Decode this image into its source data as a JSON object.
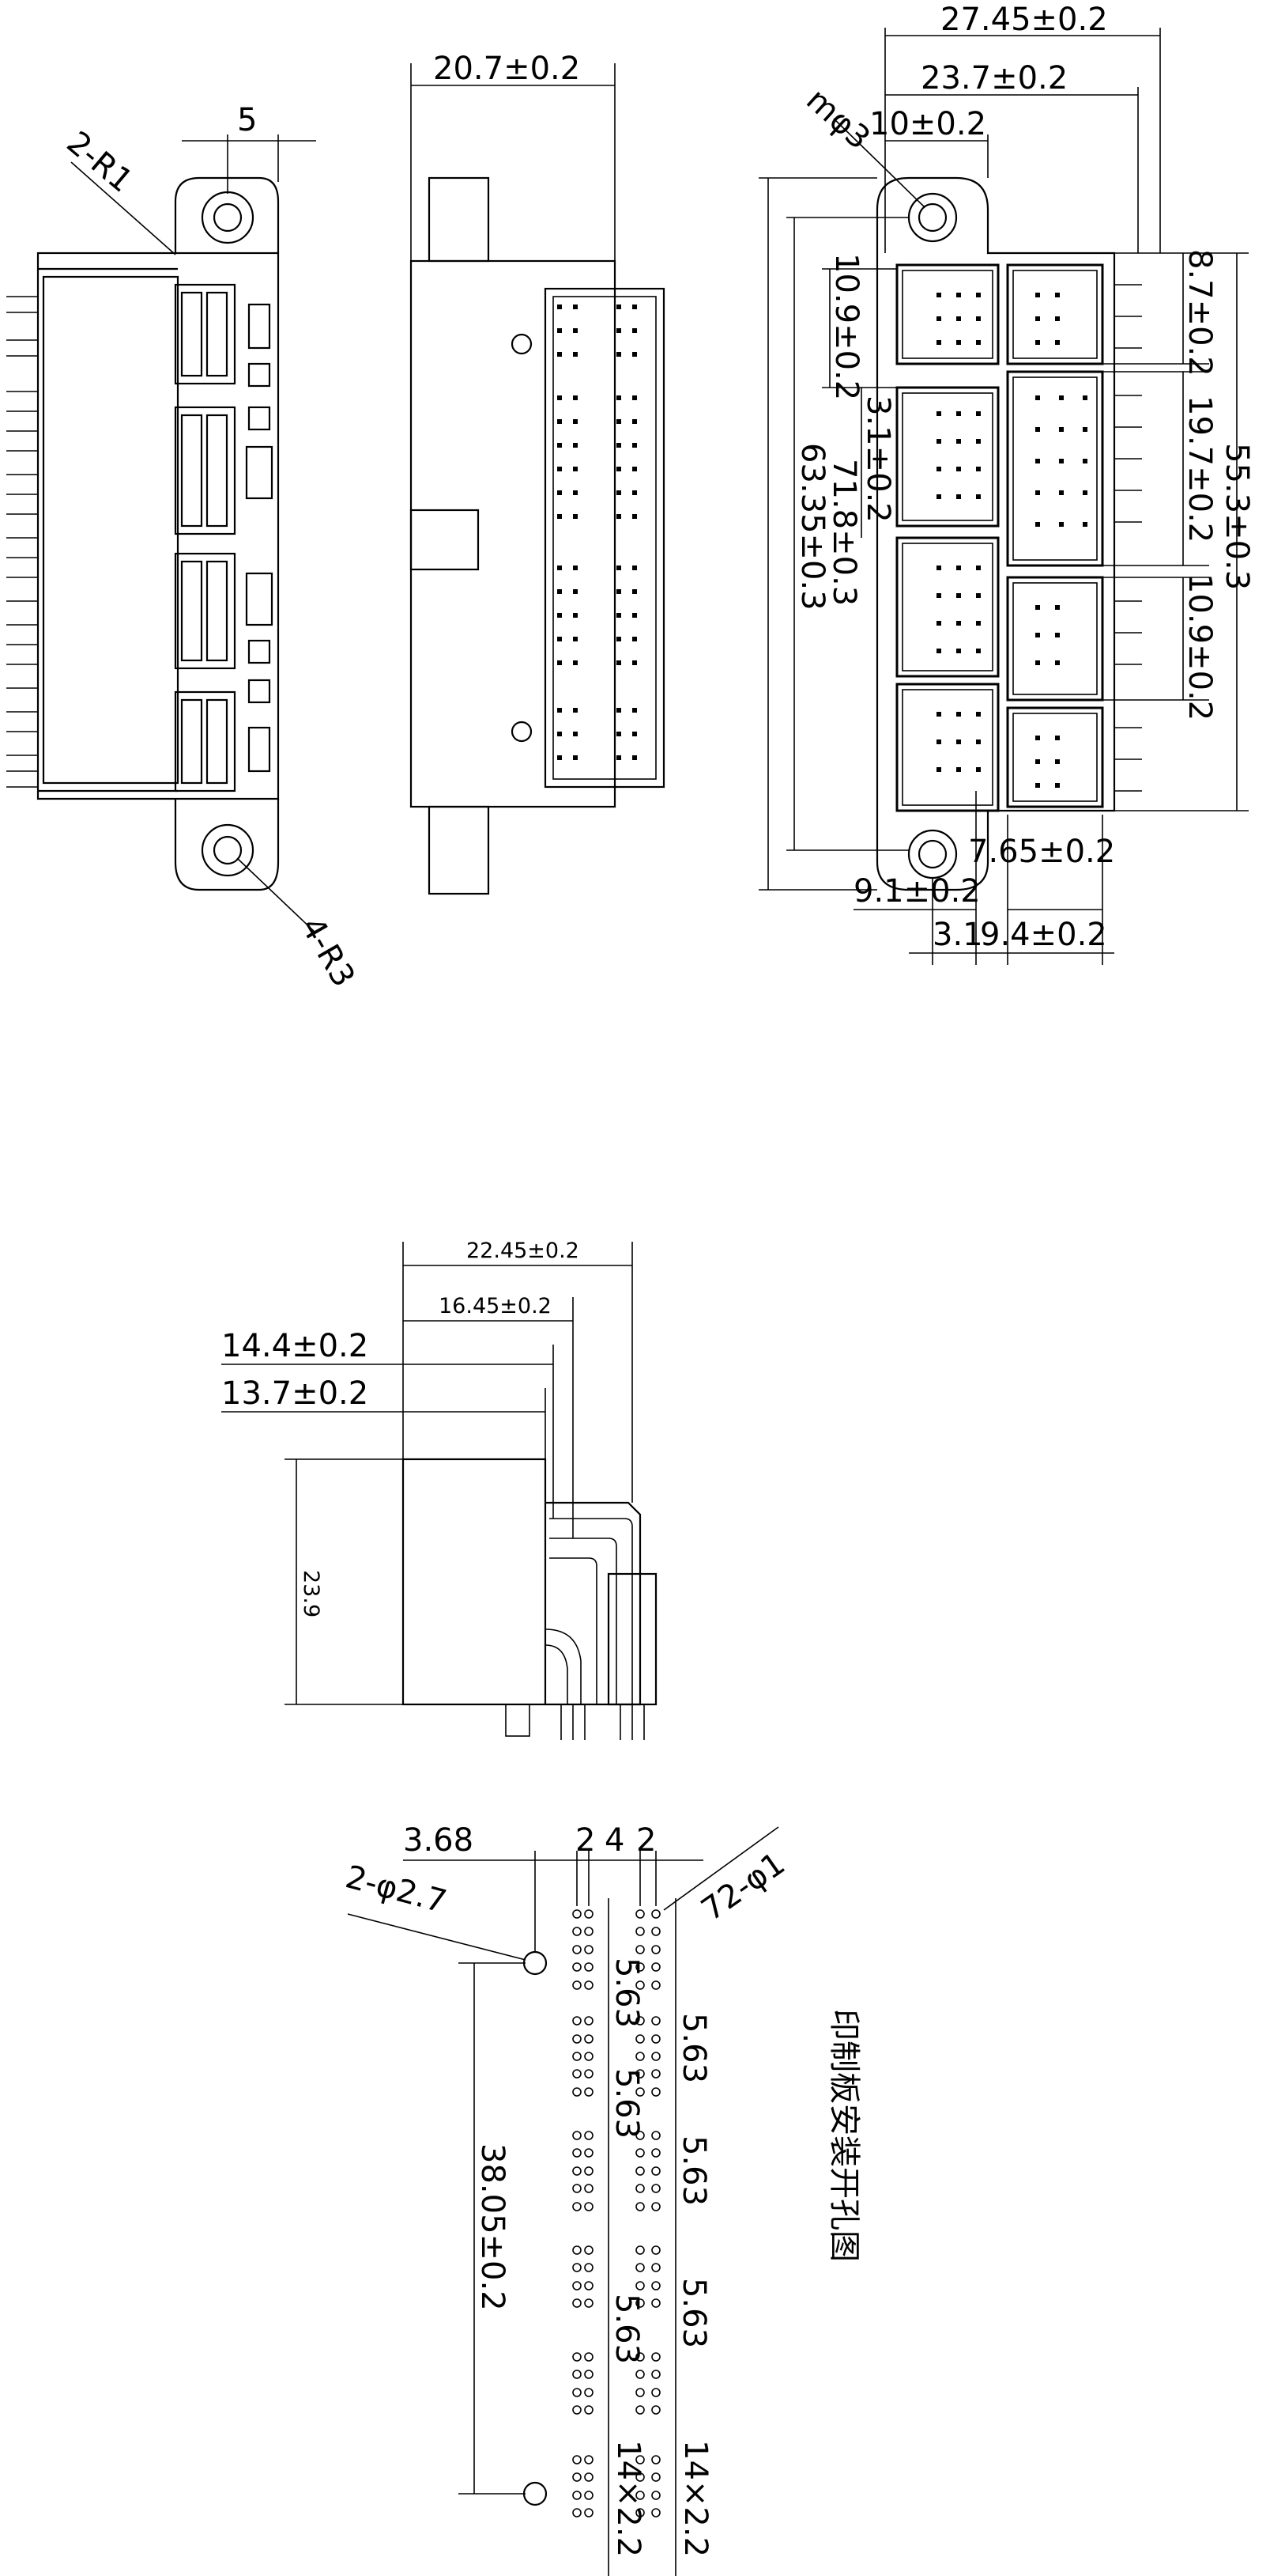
{
  "views": {
    "front": {
      "dim_width": "5",
      "note_corner": "2-R1",
      "note_holes": "4-R3"
    },
    "side": {
      "dim_depth": "20.7±0.2"
    },
    "top": {
      "dim_overall": "27.45±0.2",
      "dim_inner": "23.7±0.2",
      "dim_cavity": "10±0.2",
      "note_hole": "mφ3",
      "dim_height_total": "71.8±0.3",
      "dim_height_body": "63.35±0.3",
      "dim_cavity_h": "10.9±0.2",
      "dim_pitch": "3.1±0.2",
      "dim_right_1": "8.7±0.2",
      "dim_right_2": "19.7±0.2",
      "dim_right_3": "10.9±0.2",
      "dim_right_total": "55.3±0.3",
      "dim_b1": "7.65±0.2",
      "dim_b2": "9.1±0.2",
      "dim_b3": "3.1",
      "dim_b4": "9.4±0.2"
    },
    "profile": {
      "dim_a": "22.45±0.2",
      "dim_b": "16.45±0.2",
      "dim_c": "14.4±0.2",
      "dim_d": "13.7±0.2",
      "dim_height": "23.9"
    },
    "pcb": {
      "dim_offset": "3.68",
      "dim_p1": "2",
      "dim_p2": "4",
      "dim_p3": "2",
      "note_pins": "72-φ1",
      "note_mount": "2-φ2.7",
      "dim_span": "38.05±0.2",
      "dim_group": "5.63",
      "dim_cols_left": "14×2.2",
      "dim_cols_right": "14×2.2",
      "caption": "印制板安装开孔图"
    }
  }
}
